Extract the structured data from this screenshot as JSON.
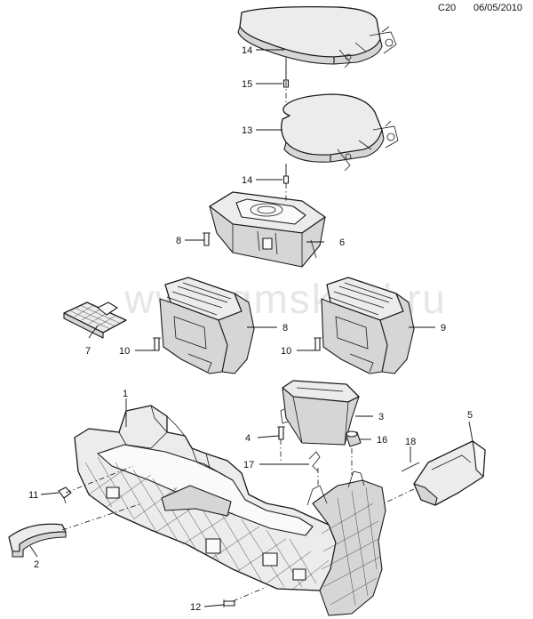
{
  "header": {
    "code": "C20",
    "date": "06/05/2010"
  },
  "watermark": "www.gmsklad.ru",
  "callouts": {
    "c14_top": "14",
    "c15": "15",
    "c13": "13",
    "c14_mid": "14",
    "c8_left": "8",
    "c6": "6",
    "c7": "7",
    "c10_left": "10",
    "c8_right": "8",
    "c10_right": "10",
    "c9": "9",
    "c1": "1",
    "c3": "3",
    "c4": "4",
    "c16": "16",
    "c5": "5",
    "c17": "17",
    "c18": "18",
    "c11": "11",
    "c2": "2",
    "c12": "12"
  },
  "colors": {
    "line": "#1a1a1a",
    "fill": "#ececec",
    "shade": "#d6d6d6",
    "watermark": "#d2d2d2"
  }
}
